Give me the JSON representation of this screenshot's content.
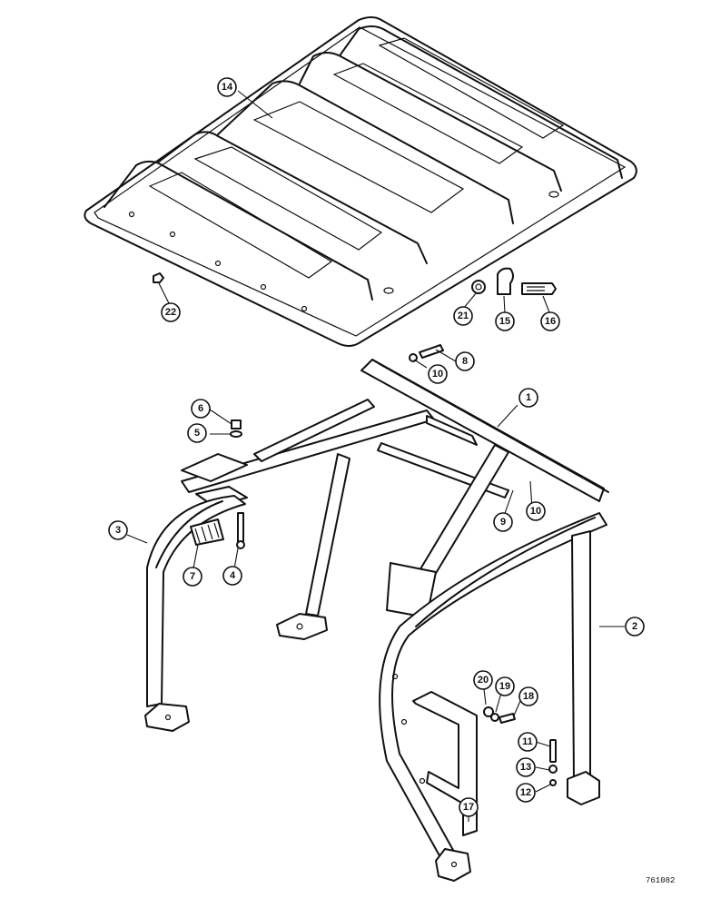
{
  "drawing_code": "761082",
  "callouts": [
    "1",
    "2",
    "3",
    "4",
    "5",
    "6",
    "7",
    "8",
    "9",
    "10",
    "10",
    "11",
    "12",
    "13",
    "14",
    "15",
    "16",
    "17",
    "18",
    "19",
    "20",
    "21",
    "22"
  ]
}
